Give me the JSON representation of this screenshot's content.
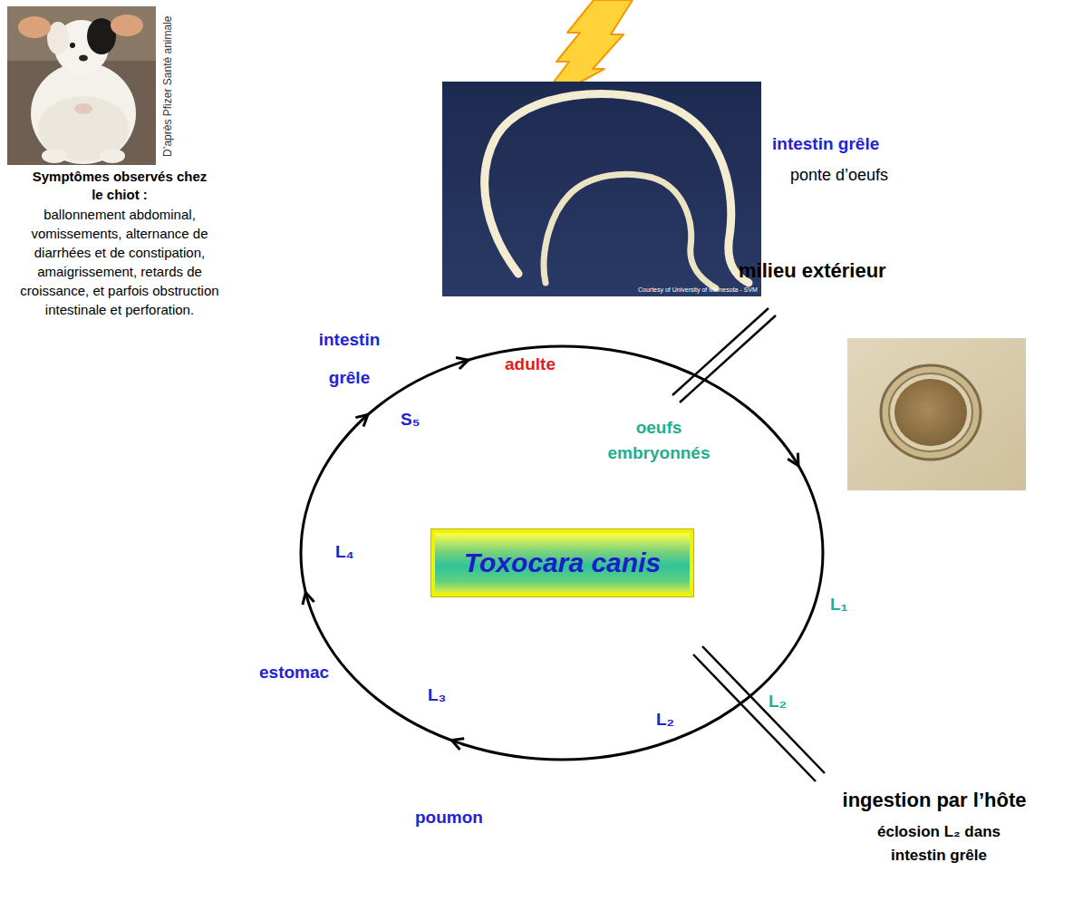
{
  "diagram": {
    "nodes": [
      {
        "text": [
          "Toxocara canis"
        ]
      }
    ],
    "labels": [
      "intestin grêle",
      "ponte d’oeufs",
      "milieu extérieur",
      "adulte",
      "intestin grêle",
      "S₅",
      "oeufs embryonnés",
      "L₁",
      "L₂",
      "L₄",
      "estomac",
      "L₃",
      "L₂",
      "poumon",
      "ingestion par l’hôte",
      "éclosion L₂ dans intestin grêle",
      "Symptômes observés chez le chiot :",
      "ballonnement abdominal, vomissements, alternance de diarrhées et de constipation, amaigrissement, retards de croissance, et parfois obstruction intestinale et perforation.",
      "D’après Pfizer Santé animale",
      "Courtesy of University of Minnesota - SVM"
    ]
  }
}
